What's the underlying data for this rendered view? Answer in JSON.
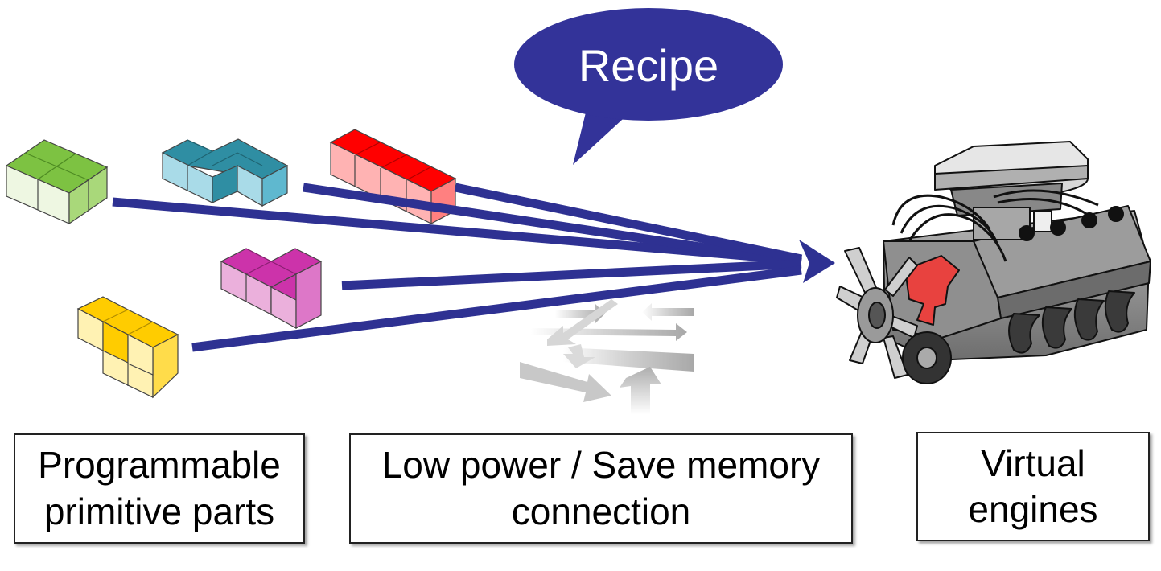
{
  "bubble": {
    "text": "Recipe"
  },
  "labels": {
    "parts": [
      "Programmable",
      "primitive parts"
    ],
    "connection": [
      "Low power / Save memory",
      "connection"
    ],
    "engines": [
      "Virtual",
      "engines"
    ]
  },
  "colors": {
    "bubble_fill": "#333399",
    "arrow": "#2e3192",
    "green": "#7dc242",
    "cyan": "#2f8ea3",
    "red": "#ff0000",
    "magenta": "#cc33aa",
    "yellow": "#ffcc00",
    "engine_accent": "#e8423f"
  }
}
